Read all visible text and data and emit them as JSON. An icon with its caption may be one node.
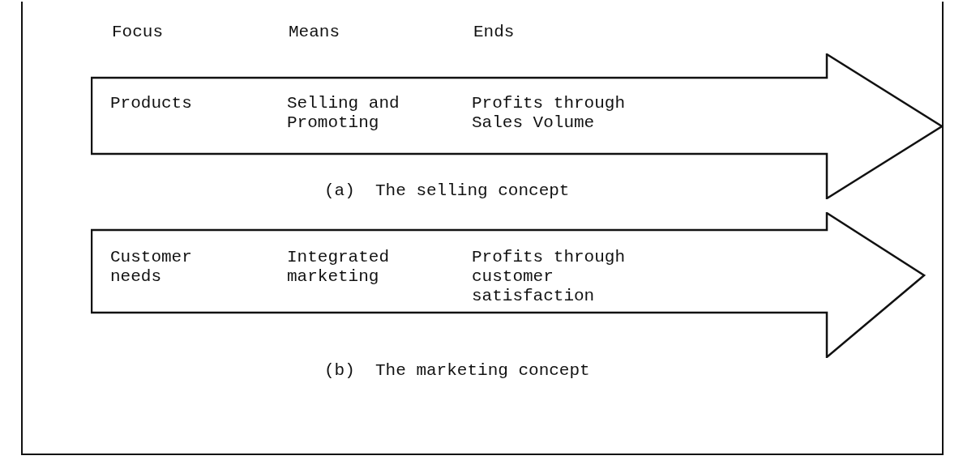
{
  "diagram": {
    "nodes": [
      {
        "text": [
          "Products",
          "Selling and Promoting",
          "Profits through Sales Volume"
        ],
        "beside": [
          "(a)  The selling concept"
        ]
      },
      {
        "text": [
          "Customer needs",
          "Integrated marketing",
          "Profits through customer satisfaction"
        ],
        "beside": [
          "(b)  The marketing concept"
        ]
      }
    ],
    "labels": [
      "Focus",
      "Means",
      "Ends"
    ]
  }
}
